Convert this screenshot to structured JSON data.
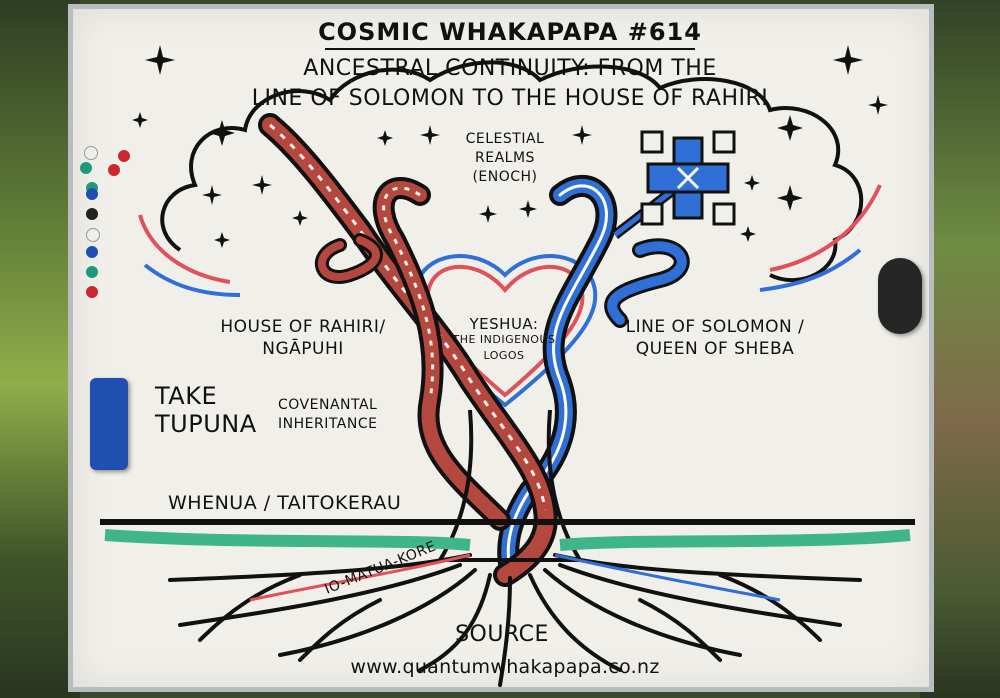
{
  "title": "COSMIC WHAKAPAPA #614",
  "subtitle_line1": "ANCESTRAL CONTINUITY: FROM THE",
  "subtitle_line2": "LINE OF SOLOMON TO THE HOUSE OF RAHIRI",
  "celestial": [
    "CELESTIAL",
    "REALMS",
    "(ENOCH)"
  ],
  "left_lineage": [
    "HOUSE OF RAHIRI/",
    "NGĀPUHI"
  ],
  "right_lineage": [
    "LINE OF SOLOMON /",
    "QUEEN OF SHEBA"
  ],
  "heart": [
    "YESHUA:",
    "THE INDIGENOUS",
    "LOGOS"
  ],
  "take_tupuna": [
    "TAKE",
    "TUPUNA"
  ],
  "covenantal": [
    "COVENANTAL",
    "INHERITANCE"
  ],
  "whenua": "WHENUA / TAITOKERAU",
  "io_matua_kore": "IO-MATUA-KORE",
  "source": "SOURCE",
  "url": "www.quantumwhakapapa.co.nz",
  "colors": {
    "ink": "#111111",
    "red": "#e0525a",
    "blue": "#2f6fd6",
    "green": "#3fb58a",
    "serpent_red": "#b5483e",
    "whiteboard": "#f1efe9"
  },
  "icons": [
    "star-icon",
    "celtic-cross-icon",
    "serpent-icon",
    "heart-icon"
  ]
}
